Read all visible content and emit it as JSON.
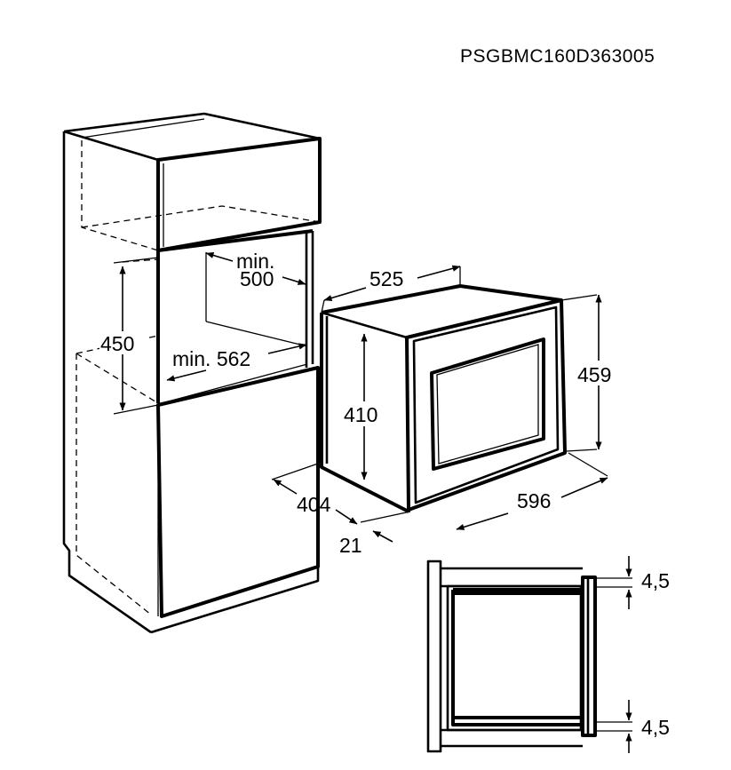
{
  "product_code": "PSGBMC160D363005",
  "cabinet": {
    "min_label_1": "min.",
    "min_value_1": "500",
    "height": "450",
    "min_width": "min. 562"
  },
  "appliance": {
    "depth": "525",
    "body_height": "410",
    "front_height": "459",
    "width": "596",
    "niche_depth": "404",
    "front_thickness": "21"
  },
  "detail": {
    "gap_top": "4,5",
    "gap_bottom": "4,5"
  }
}
